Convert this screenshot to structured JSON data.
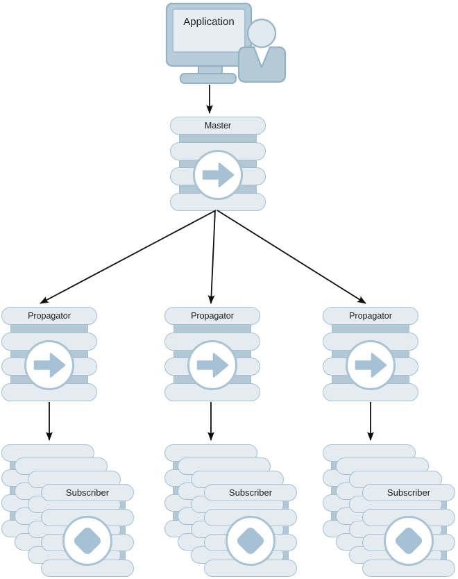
{
  "nodes": {
    "application": {
      "label": "Application",
      "icon": "workstation-user-icon"
    },
    "master": {
      "label": "Master",
      "icon": "publish-arrow-icon"
    },
    "propagators": [
      {
        "label": "Propagator",
        "icon": "publish-arrow-icon"
      },
      {
        "label": "Propagator",
        "icon": "publish-arrow-icon"
      },
      {
        "label": "Propagator",
        "icon": "publish-arrow-icon"
      }
    ],
    "subscribers": [
      {
        "label": "Subscriber",
        "icon": "subscribe-diamond-icon",
        "stack_depth": 4
      },
      {
        "label": "Subscriber",
        "icon": "subscribe-diamond-icon",
        "stack_depth": 4
      },
      {
        "label": "Subscriber",
        "icon": "subscribe-diamond-icon",
        "stack_depth": 4
      }
    ]
  },
  "edges": [
    {
      "from": "application",
      "to": "master"
    },
    {
      "from": "master",
      "to": "propagator-1"
    },
    {
      "from": "master",
      "to": "propagator-2"
    },
    {
      "from": "master",
      "to": "propagator-3"
    },
    {
      "from": "propagator-1",
      "to": "subscriber-1"
    },
    {
      "from": "propagator-2",
      "to": "subscriber-2"
    },
    {
      "from": "propagator-3",
      "to": "subscriber-3"
    }
  ],
  "colors": {
    "disc_fill": "#e4ebf1",
    "disc_border": "#a6c0d1",
    "band_fill": "#b2c8d5",
    "icon_fill": "#a6c1d3",
    "circle_fill": "#ffffff",
    "monitor_frame": "#b7ccd9",
    "monitor_screen": "#e7eef3",
    "person_fill": "#b4cad7",
    "connector": "#0d0d0d",
    "text": "#1c1c1c",
    "background": "#ffffff"
  }
}
